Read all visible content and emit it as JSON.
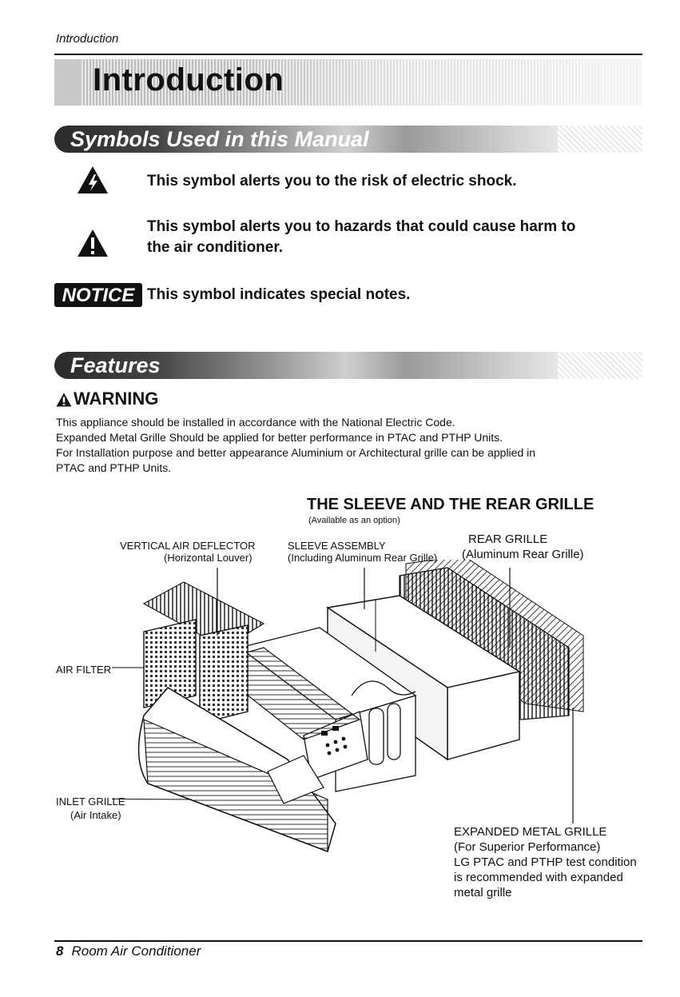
{
  "header": {
    "running_title": "Introduction"
  },
  "title": "Introduction",
  "symbols": {
    "heading": "Symbols Used in this Manual",
    "items": [
      {
        "icon": "electric-shock-warning-icon",
        "text": "This symbol alerts you to the risk of electric shock."
      },
      {
        "icon": "caution-exclamation-icon",
        "text_line1": "This symbol alerts you to hazards that could cause harm to",
        "text_line2": "the air conditioner."
      },
      {
        "badge": "NOTICE",
        "text": "This symbol indicates special notes."
      }
    ]
  },
  "features": {
    "heading": "Features",
    "warning_label": "WARNING",
    "warning_lines": [
      "This appliance should be installed in accordance with the National Electric Code.",
      "Expanded Metal Grille Should be applied for better  performance in PTAC and PTHP Units.",
      "For Installation purpose and better appearance  Aluminium or Architectural grille can be applied in",
      "PTAC and PTHP Units."
    ]
  },
  "diagram": {
    "title": "THE SLEEVE AND THE REAR GRILLE",
    "subtitle": "(Available as an option)",
    "labels": {
      "vertical_deflector": "VERTICAL AIR DEFLECTOR",
      "vertical_deflector_sub": "(Horizontal Louver)",
      "sleeve": "SLEEVE ASSEMBLY",
      "sleeve_sub": "(Including Aluminum Rear Grille)",
      "rear_grille": "REAR GRILLE",
      "rear_grille_sub": "(Aluminum Rear Grille)",
      "air_filter": "AIR FILTER",
      "inlet_grille": "INLET GRILLE",
      "inlet_grille_sub": "(Air Intake)",
      "expanded_title": "EXPANDED METAL GRILLE",
      "expanded_lines": [
        "(For Superior Performance)",
        "LG PTAC and PTHP test condition",
        "is recommended with expanded",
        "metal grille"
      ]
    }
  },
  "footer": {
    "page_number": "8",
    "manual_title": "Room Air Conditioner"
  }
}
